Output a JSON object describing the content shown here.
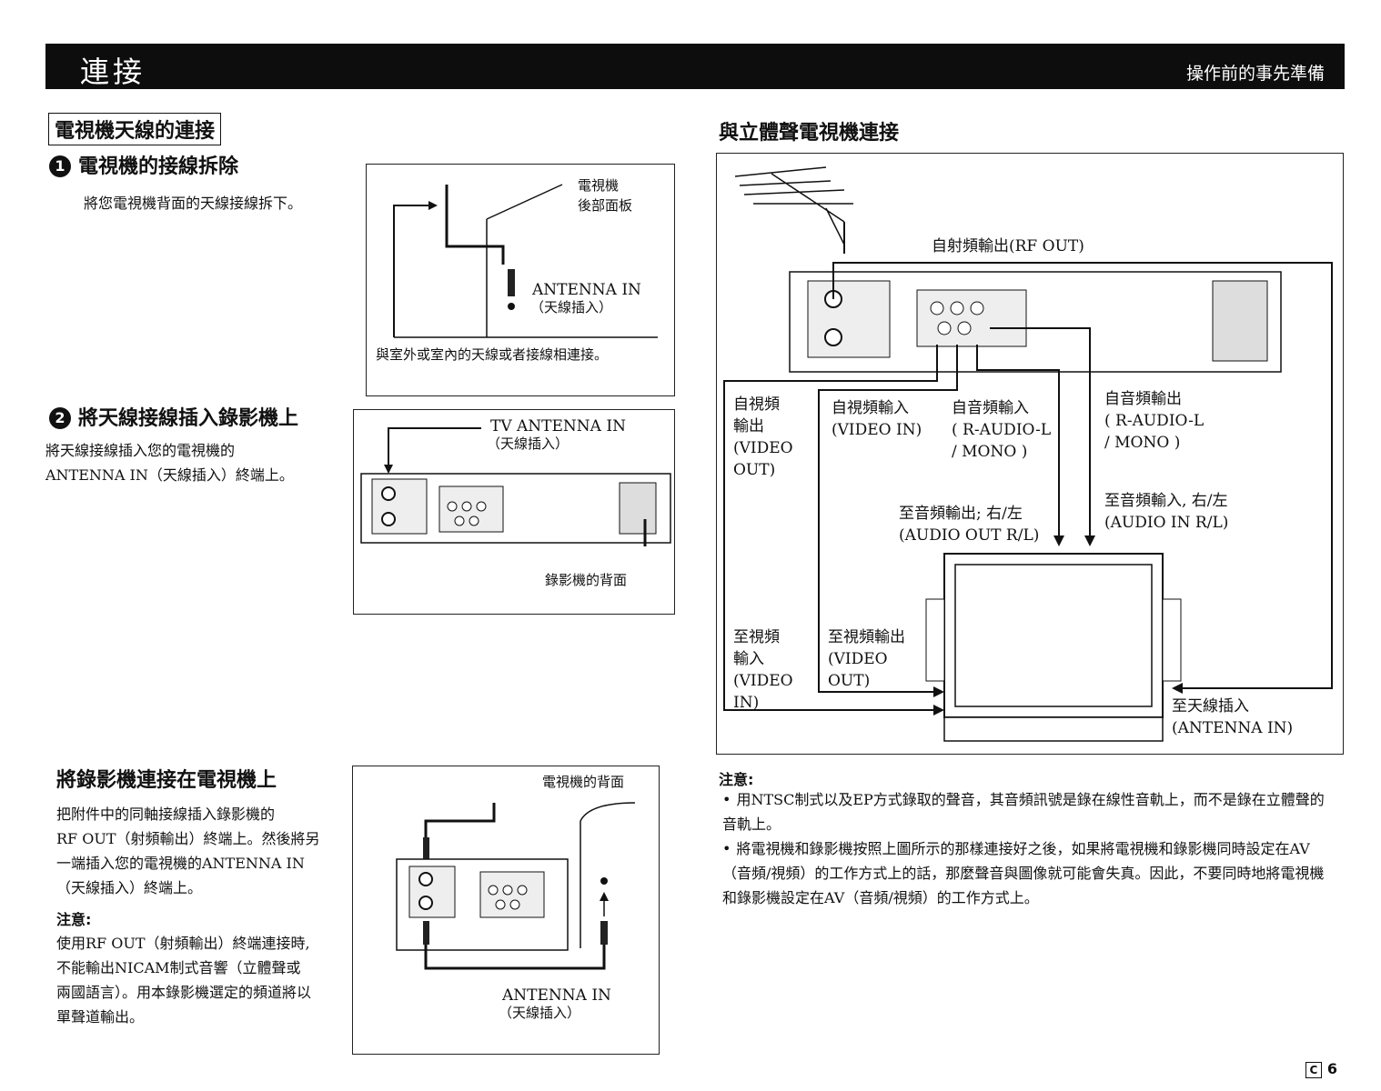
{
  "header": {
    "title": "連接",
    "subtitle": "操作前的事先準備"
  },
  "tv_antenna": {
    "section_title": "電視機天線的連接",
    "step1": {
      "num": "1",
      "title": "電視機的接線拆除",
      "text": "將您電視機背面的天線接線拆下。"
    },
    "fig1": {
      "panel_label": "電視機\n後部面板",
      "antenna_in": "ANTENNA IN",
      "antenna_in_cn": "（天線插入）",
      "caption": "與室外或室內的天線或者接線相連接。"
    },
    "step2": {
      "num": "2",
      "title": "將天線接線插入錄影機上",
      "text": "將天線接線插入您的電視機的\nANTENNA IN（天線插入）終端上。"
    },
    "fig2": {
      "tv_antenna_in": "TV ANTENNA IN",
      "tv_antenna_in_cn": "（天線插入）",
      "caption": "錄影機的背面"
    }
  },
  "vcr_to_tv": {
    "title": "將錄影機連接在電視機上",
    "text": "把附件中的同軸接線插入錄影機的\nRF OUT（射頻輸出）終端上。然後將另\n一端插入您的電視機的ANTENNA IN\n（天線插入）終端上。",
    "note_title": "注意:",
    "note_text": "使用RF OUT（射頻輸出）終端連接時,\n不能輸出NICAM制式音響（立體聲或\n兩國語言）。用本錄影機選定的頻道將以\n單聲道輸出。",
    "fig": {
      "tv_back": "電視機的背面",
      "antenna_in": "ANTENNA IN",
      "antenna_in_cn": "（天線插入）"
    }
  },
  "stereo": {
    "title": "與立體聲電視機連接",
    "labels": {
      "rf_out": "自射頻輸出(RF OUT)",
      "video_out_from": "自視頻\n輸出\n(VIDEO\nOUT)",
      "video_in_from": "自視頻輸入\n(VIDEO IN)",
      "audio_in_from": "自音頻輸入\n( R-AUDIO-L\n/ MONO )",
      "audio_out_from": "自音頻輸出\n( R-AUDIO-L\n/ MONO )",
      "audio_out_to": "至音頻輸出; 右/左\n(AUDIO OUT R/L)",
      "audio_in_to": "至音頻輸入, 右/左\n(AUDIO IN R/L)",
      "video_in_to": "至視頻\n輸入\n(VIDEO\nIN)",
      "video_out_to": "至視頻輸出\n(VIDEO\nOUT)",
      "antenna_in_to": "至天線插入\n(ANTENNA IN)"
    },
    "note_title": "注意:",
    "notes": [
      "用NTSC制式以及EP方式錄取的聲音，其音頻訊號是錄在線性音軌上，而不是錄在立體聲的音軌上。",
      "將電視機和錄影機按照上圖所示的那樣連接好之後，如果將電視機和錄影機同時設定在AV（音頻/視頻）的工作方式上的話，那麼聲音與圖像就可能會失真。因此，不要同時地將電視機和錄影機設定在AV（音頻/視頻）的工作方式上。"
    ]
  },
  "page": {
    "letter": "C",
    "number": "6"
  }
}
